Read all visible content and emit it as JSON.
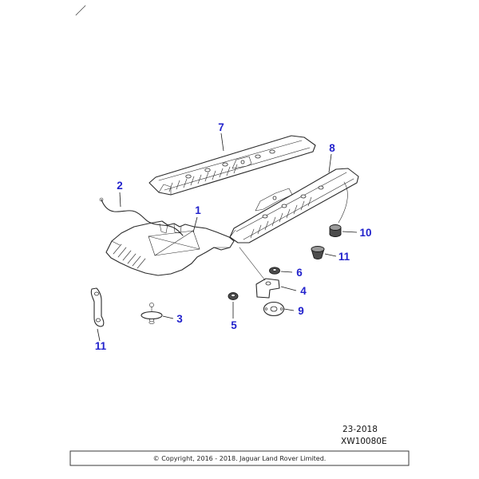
{
  "meta": {
    "date_code": "23-2018",
    "drawing_code": "XW10080E"
  },
  "footer": {
    "copyright": "© Copyright, 2016 - 2018. Jaguar Land Rover Limited."
  },
  "colors": {
    "callout": "#2222cc",
    "line": "#2a2a2a"
  },
  "callouts": [
    {
      "label": "7"
    },
    {
      "label": "8"
    },
    {
      "label": "2"
    },
    {
      "label": "1"
    },
    {
      "label": "10"
    },
    {
      "label": "11"
    },
    {
      "label": "6"
    },
    {
      "label": "4"
    },
    {
      "label": "5"
    },
    {
      "label": "9"
    },
    {
      "label": "3"
    },
    {
      "label": "11"
    }
  ]
}
